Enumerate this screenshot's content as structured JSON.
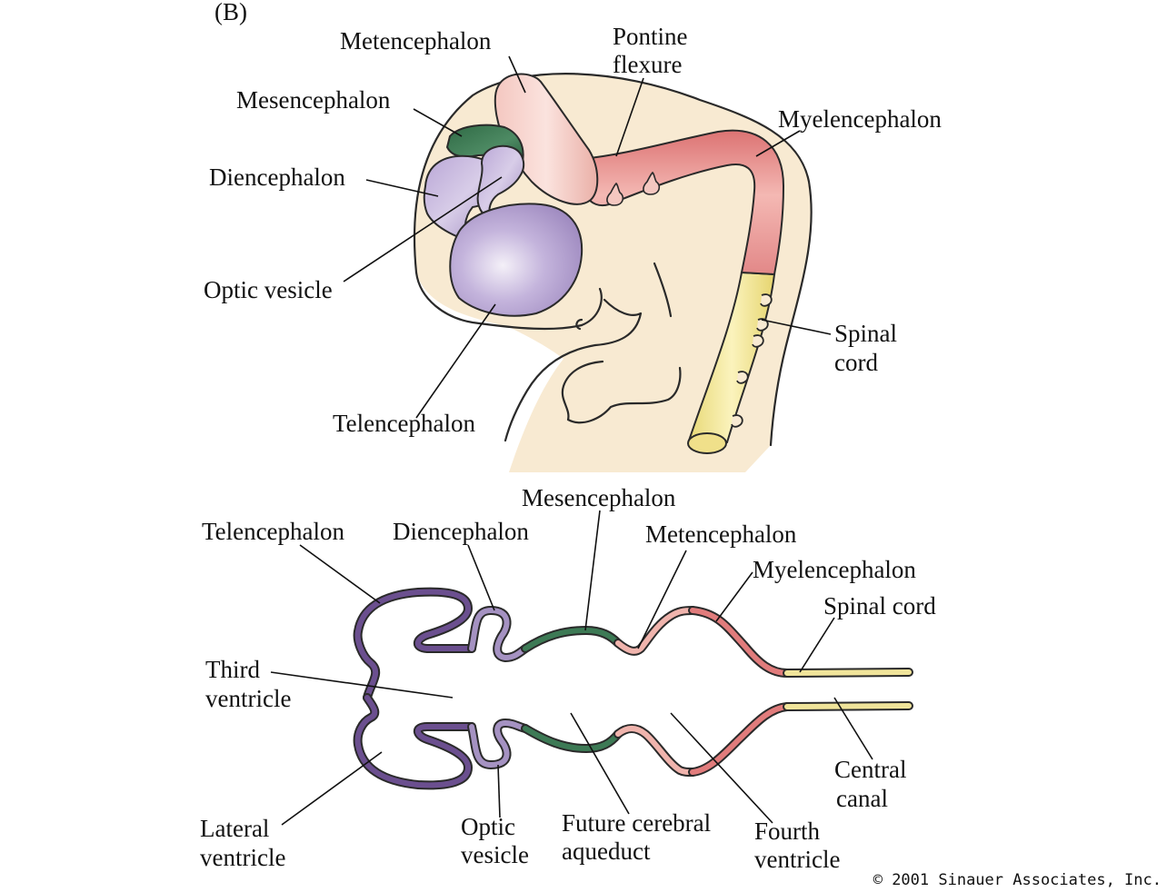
{
  "panel_label": "(B)",
  "top_labels": {
    "metencephalon": "Metencephalon",
    "pontine_1": "Pontine",
    "pontine_2": "flexure",
    "mesencephalon": "Mesencephalon",
    "myelencephalon": "Myelencephalon",
    "diencephalon": "Diencephalon",
    "optic_vesicle": "Optic vesicle",
    "spinal_1": "Spinal",
    "spinal_2": "cord",
    "telencephalon": "Telencephalon"
  },
  "bottom_labels": {
    "mesencephalon": "Mesencephalon",
    "telencephalon": "Telencephalon",
    "diencephalon": "Diencephalon",
    "metencephalon": "Metencephalon",
    "myelencephalon": "Myelencephalon",
    "spinal_cord": "Spinal cord",
    "third_1": "Third",
    "third_2": "ventricle",
    "central_1": "Central",
    "central_2": "canal",
    "lateral_1": "Lateral",
    "lateral_2": "ventricle",
    "optic_1": "Optic",
    "optic_2": "vesicle",
    "aqueduct_1": "Future cerebral",
    "aqueduct_2": "aqueduct",
    "fourth_1": "Fourth",
    "fourth_2": "ventricle"
  },
  "copyright": "© 2001 Sinauer Associates, Inc.",
  "colors": {
    "embryo": "#f8ead2",
    "telencephalon": "#6b4f8f",
    "diencephalon": "#a592c2",
    "mesencephalon": "#3d7a55",
    "metencephalon": "#f0b4ad",
    "myelencephalon": "#e17c7c",
    "spinal_cord": "#f0e49a"
  }
}
